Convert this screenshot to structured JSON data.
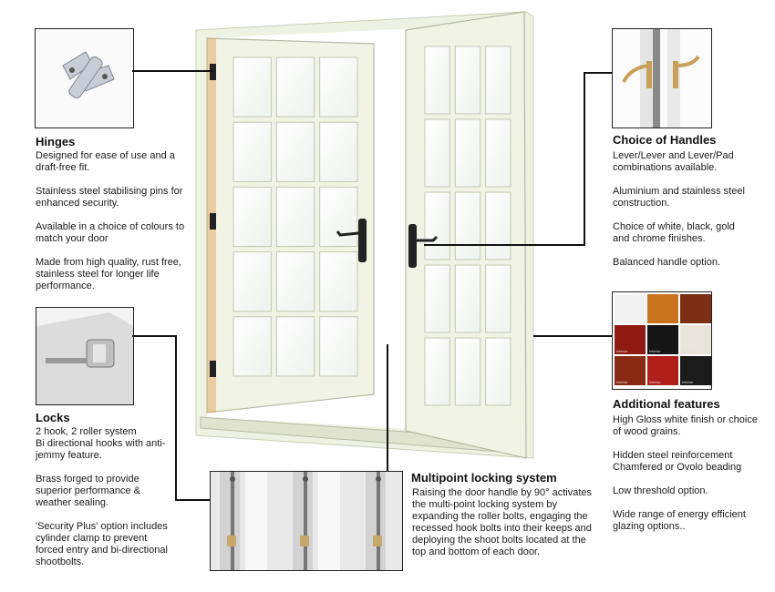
{
  "hinges": {
    "title": "Hinges",
    "paragraphs": [
      "Designed  for ease of use and a draft-free fit.",
      "Stainless steel stabilising pins for enhanced security.",
      "Available in a choice of colours to match your door",
      "Made from high quality, rust free, stainless steel for longer life performance."
    ]
  },
  "locks": {
    "title": "Locks",
    "paragraphs": [
      "2 hook, 2 roller system\nBi directional hooks with anti-jemmy feature.",
      "Brass forged to provide superior performance & weather sealing.",
      "'Security Plus' option includes cylinder clamp to prevent forced entry and bi-directional shootbolts."
    ]
  },
  "handles": {
    "title": "Choice of Handles",
    "paragraphs": [
      "Lever/Lever and Lever/Pad combinations available.",
      "Aluminium and stainless steel construction.",
      "Choice of white, black, gold and chrome finishes.",
      "Balanced handle option."
    ]
  },
  "additional": {
    "title": "Additional features",
    "paragraphs": [
      "High Gloss white finish or choice of wood grains.",
      "Hidden steel reinforcement\nChamfered or Ovolo beading",
      "Low threshold option.",
      "Wide range of energy efficient glazing options.."
    ],
    "swatches": [
      {
        "color": "#f2f2f2",
        "label": ""
      },
      {
        "color": "#c9731e",
        "label": ""
      },
      {
        "color": "#7a2e14",
        "label": ""
      },
      {
        "color": "#8e1a12",
        "label": "Interior"
      },
      {
        "color": "#151515",
        "label": "Interior"
      },
      {
        "color": "#e8e4dc",
        "label": "Interior"
      },
      {
        "color": "#8a2a14",
        "label": "Interior"
      },
      {
        "color": "#b01f1a",
        "label": "Interior"
      },
      {
        "color": "#1b1b1b",
        "label": "Interior"
      }
    ]
  },
  "multipoint": {
    "title": "Multipoint locking system",
    "text": "Raising the door handle by 90° activates the multi-point locking system by expanding the roller bolts, engaging the recessed hook bolts into their keeps and deploying the shoot bolts located at the top and bottom of each door."
  }
}
